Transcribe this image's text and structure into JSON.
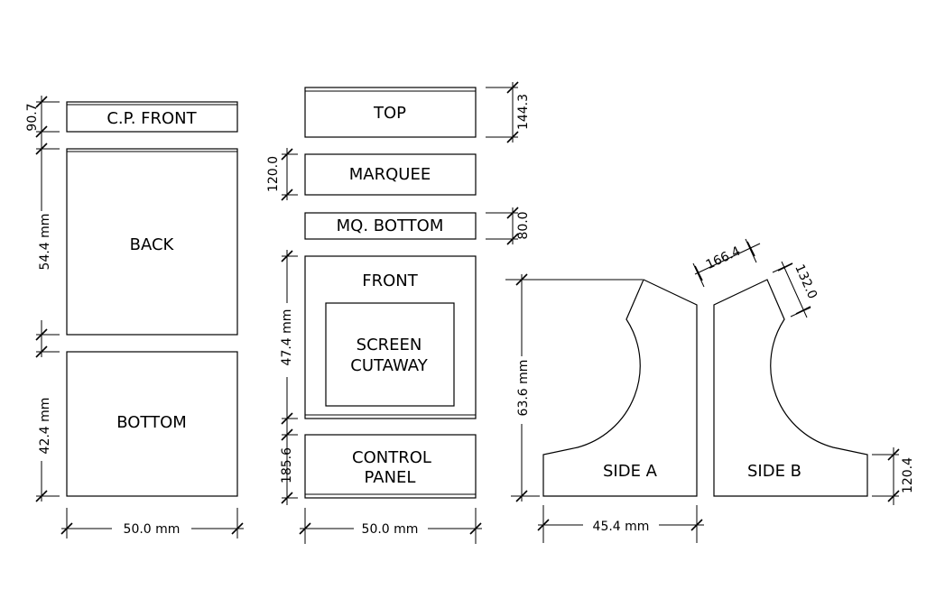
{
  "panels": {
    "cp_front": "C.P. FRONT",
    "back": "BACK",
    "bottom": "BOTTOM",
    "top": "TOP",
    "marquee": "MARQUEE",
    "mq_bottom": "MQ. BOTTOM",
    "front": "FRONT",
    "screen_line1": "SCREEN",
    "screen_line2": "CUTAWAY",
    "control_line1": "CONTROL",
    "control_line2": "PANEL",
    "side_a": "SIDE A",
    "side_b": "SIDE B"
  },
  "dimensions": {
    "cp_front_height": "90.7",
    "back_height": "54.4 mm",
    "bottom_height": "42.4 mm",
    "col1_width": "50.0 mm",
    "top_height": "144.3",
    "marquee_height": "120.0",
    "mq_bottom_height": "80.0",
    "front_height": "47.4 mm",
    "control_panel_height": "185.6",
    "col2_width": "50.0 mm",
    "side_height": "63.6 mm",
    "side_width": "45.4 mm",
    "side_top_width": "166.4",
    "side_top_angle": "132.0",
    "side_base_height": "120.4"
  }
}
